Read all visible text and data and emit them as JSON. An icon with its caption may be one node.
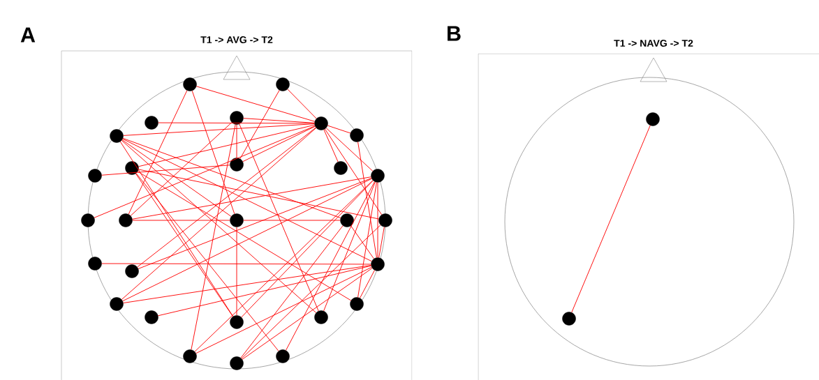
{
  "diagram": {
    "nodes": [
      {
        "text": [],
        "shape": "circle"
      },
      {
        "text": [],
        "shape": "circle"
      },
      {
        "text": [],
        "shape": "circle"
      },
      {
        "text": [],
        "shape": "circle"
      },
      {
        "text": [],
        "shape": "circle"
      },
      {
        "text": [],
        "shape": "circle"
      },
      {
        "text": [],
        "shape": "circle"
      },
      {
        "text": [],
        "shape": "circle"
      },
      {
        "text": [],
        "shape": "circle"
      },
      {
        "text": [],
        "shape": "circle"
      },
      {
        "text": [],
        "shape": "circle"
      },
      {
        "text": [],
        "shape": "circle"
      },
      {
        "text": [],
        "shape": "circle"
      },
      {
        "text": [],
        "shape": "circle"
      },
      {
        "text": [],
        "shape": "circle"
      },
      {
        "text": [],
        "shape": "circle"
      },
      {
        "text": [],
        "shape": "circle"
      },
      {
        "text": [],
        "shape": "circle"
      },
      {
        "text": [],
        "shape": "circle"
      },
      {
        "text": [],
        "shape": "circle"
      },
      {
        "text": [],
        "shape": "circle"
      },
      {
        "text": [],
        "shape": "circle"
      },
      {
        "text": [],
        "shape": "circle"
      },
      {
        "text": [],
        "shape": "circle"
      },
      {
        "text": [],
        "shape": "circle"
      },
      {
        "text": [],
        "shape": "circle"
      },
      {
        "text": [],
        "shape": "circle"
      },
      {
        "text": [],
        "shape": "circle"
      },
      {
        "text": [],
        "shape": "circle"
      },
      {
        "text": [],
        "shape": "circle"
      }
    ],
    "edges": [
      {
        "from": 0,
        "to": 4,
        "arrow": "none"
      },
      {
        "from": 0,
        "to": 13,
        "arrow": "none"
      },
      {
        "from": 0,
        "to": 14,
        "arrow": "none"
      },
      {
        "from": 1,
        "to": 4,
        "arrow": "none"
      },
      {
        "from": 1,
        "to": 7,
        "arrow": "none"
      },
      {
        "from": 4,
        "to": 3,
        "arrow": "none"
      },
      {
        "from": 4,
        "to": 2,
        "arrow": "none"
      },
      {
        "from": 4,
        "to": 5,
        "arrow": "none"
      },
      {
        "from": 4,
        "to": 8,
        "arrow": "none"
      },
      {
        "from": 10,
        "to": 7,
        "arrow": "none"
      },
      {
        "from": 4,
        "to": 12,
        "arrow": "none"
      },
      {
        "from": 13,
        "to": 3,
        "arrow": "none"
      },
      {
        "from": 4,
        "to": 19,
        "arrow": "none"
      },
      {
        "from": 4,
        "to": 20,
        "arrow": "none"
      },
      {
        "from": 4,
        "to": 7,
        "arrow": "none"
      },
      {
        "from": 4,
        "to": 6,
        "arrow": "none"
      },
      {
        "from": 4,
        "to": 9,
        "arrow": "none"
      },
      {
        "from": 4,
        "to": 11,
        "arrow": "none"
      },
      {
        "from": 4,
        "to": 16,
        "arrow": "none"
      },
      {
        "from": 3,
        "to": 24,
        "arrow": "none"
      },
      {
        "from": 3,
        "to": 7,
        "arrow": "none"
      },
      {
        "from": 6,
        "to": 18,
        "arrow": "none"
      },
      {
        "from": 5,
        "to": 14,
        "arrow": "none"
      },
      {
        "from": 5,
        "to": 15,
        "arrow": "none"
      },
      {
        "from": 5,
        "to": 18,
        "arrow": "none"
      },
      {
        "from": 8,
        "to": 21,
        "arrow": "none"
      },
      {
        "from": 5,
        "to": 23,
        "arrow": "none"
      },
      {
        "from": 5,
        "to": 24,
        "arrow": "none"
      },
      {
        "from": 8,
        "to": 23,
        "arrow": "none"
      },
      {
        "from": 8,
        "to": 27,
        "arrow": "none"
      },
      {
        "from": 8,
        "to": 16,
        "arrow": "none"
      },
      {
        "from": 13,
        "to": 14,
        "arrow": "none"
      },
      {
        "from": 14,
        "to": 15,
        "arrow": "none"
      },
      {
        "from": 14,
        "to": 23,
        "arrow": "none"
      },
      {
        "from": 11,
        "to": 13,
        "arrow": "none"
      },
      {
        "from": 11,
        "to": 19,
        "arrow": "none"
      },
      {
        "from": 11,
        "to": 20,
        "arrow": "none"
      },
      {
        "from": 11,
        "to": 23,
        "arrow": "none"
      },
      {
        "from": 11,
        "to": 25,
        "arrow": "none"
      },
      {
        "from": 16,
        "to": 26,
        "arrow": "none"
      },
      {
        "from": 11,
        "to": 27,
        "arrow": "none"
      },
      {
        "from": 11,
        "to": 24,
        "arrow": "none"
      },
      {
        "from": 11,
        "to": 21,
        "arrow": "none"
      },
      {
        "from": 18,
        "to": 17,
        "arrow": "none"
      },
      {
        "from": 18,
        "to": 20,
        "arrow": "none"
      },
      {
        "from": 18,
        "to": 15,
        "arrow": "none"
      },
      {
        "from": 18,
        "to": 16,
        "arrow": "none"
      },
      {
        "from": 18,
        "to": 25,
        "arrow": "none"
      },
      {
        "from": 18,
        "to": 26,
        "arrow": "none"
      },
      {
        "from": 18,
        "to": 22,
        "arrow": "none"
      },
      {
        "from": 18,
        "to": 21,
        "arrow": "none"
      },
      {
        "from": 18,
        "to": 11,
        "arrow": "none"
      },
      {
        "from": 25,
        "to": 3,
        "arrow": "none"
      },
      {
        "from": 26,
        "to": 15,
        "arrow": "none"
      },
      {
        "from": 28,
        "to": 29,
        "arrow": "none"
      }
    ],
    "labels": [
      "A",
      "T1 -> AVG -> T2",
      "B",
      "T1 -> NAVG -> T2"
    ]
  }
}
